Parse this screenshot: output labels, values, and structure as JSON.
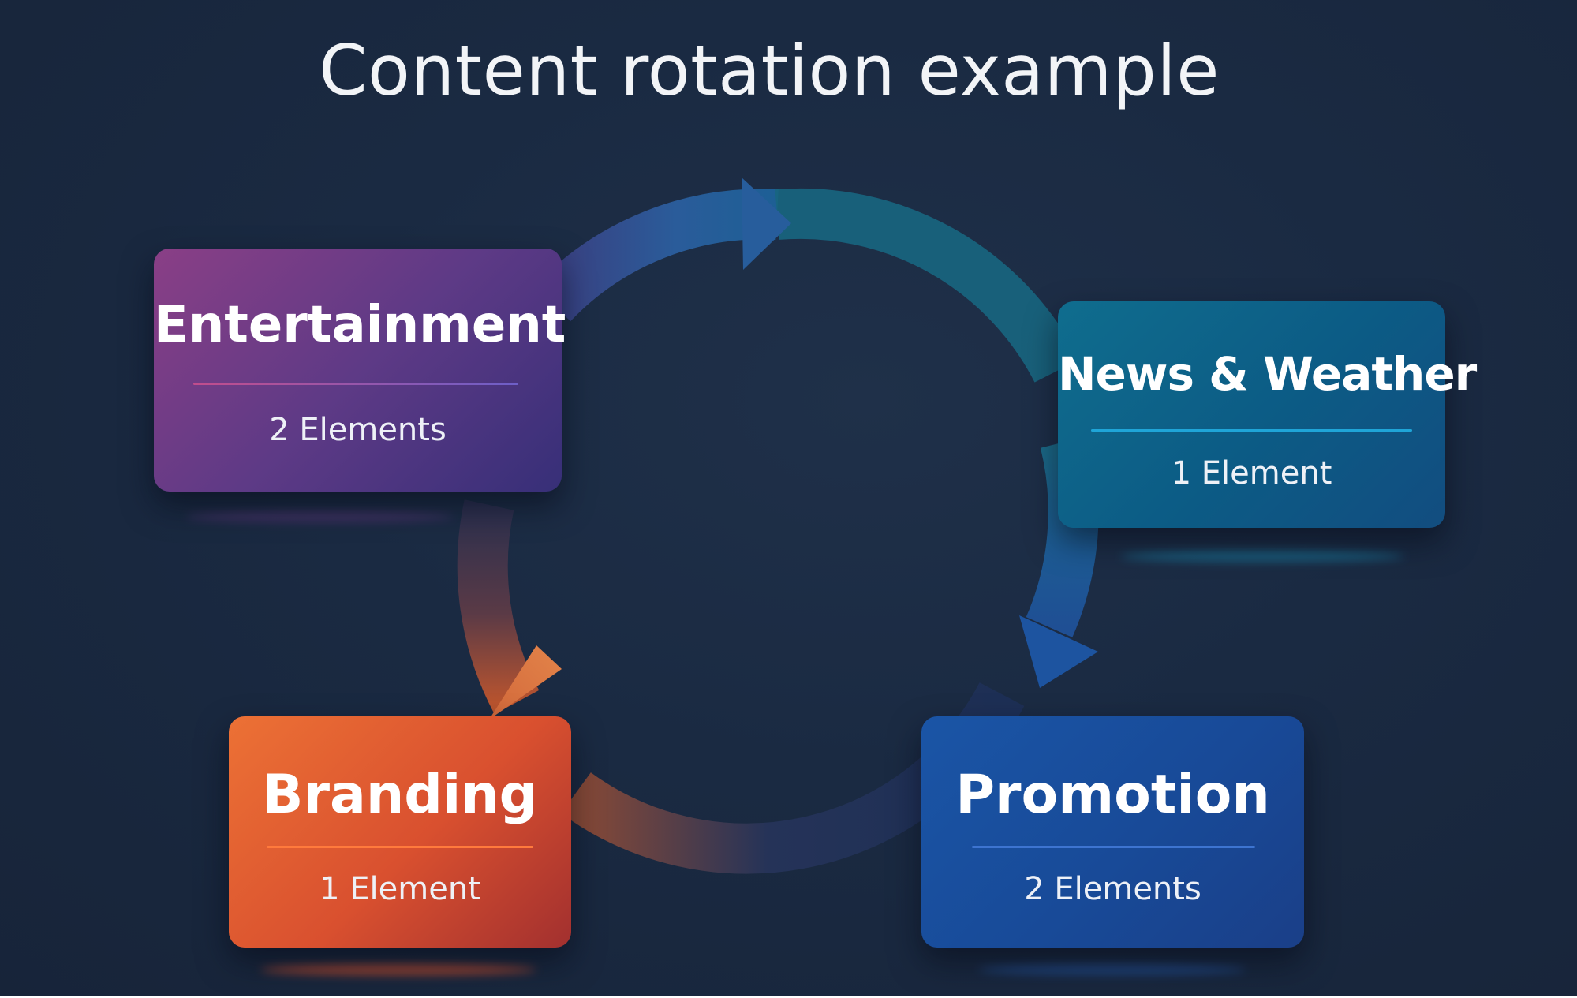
{
  "title": "Content rotation example",
  "colors": {
    "background": "#1a2a42",
    "entertainment": "#6e3c86",
    "news_weather": "#0e6689",
    "branding": "#e05d31",
    "promotion": "#1a4f9e"
  },
  "cycle": {
    "arrows": [
      "arrow-top-clockwise",
      "arrow-right-clockwise",
      "arrow-left-clockwise"
    ],
    "categories": [
      {
        "id": "entertainment",
        "name": "Entertainment",
        "count": "2 Elements"
      },
      {
        "id": "news_weather",
        "name": "News & Weather",
        "count": "1 Element"
      },
      {
        "id": "promotion",
        "name": "Promotion",
        "count": "2 Elements"
      },
      {
        "id": "branding",
        "name": "Branding",
        "count": "1 Element"
      }
    ]
  }
}
